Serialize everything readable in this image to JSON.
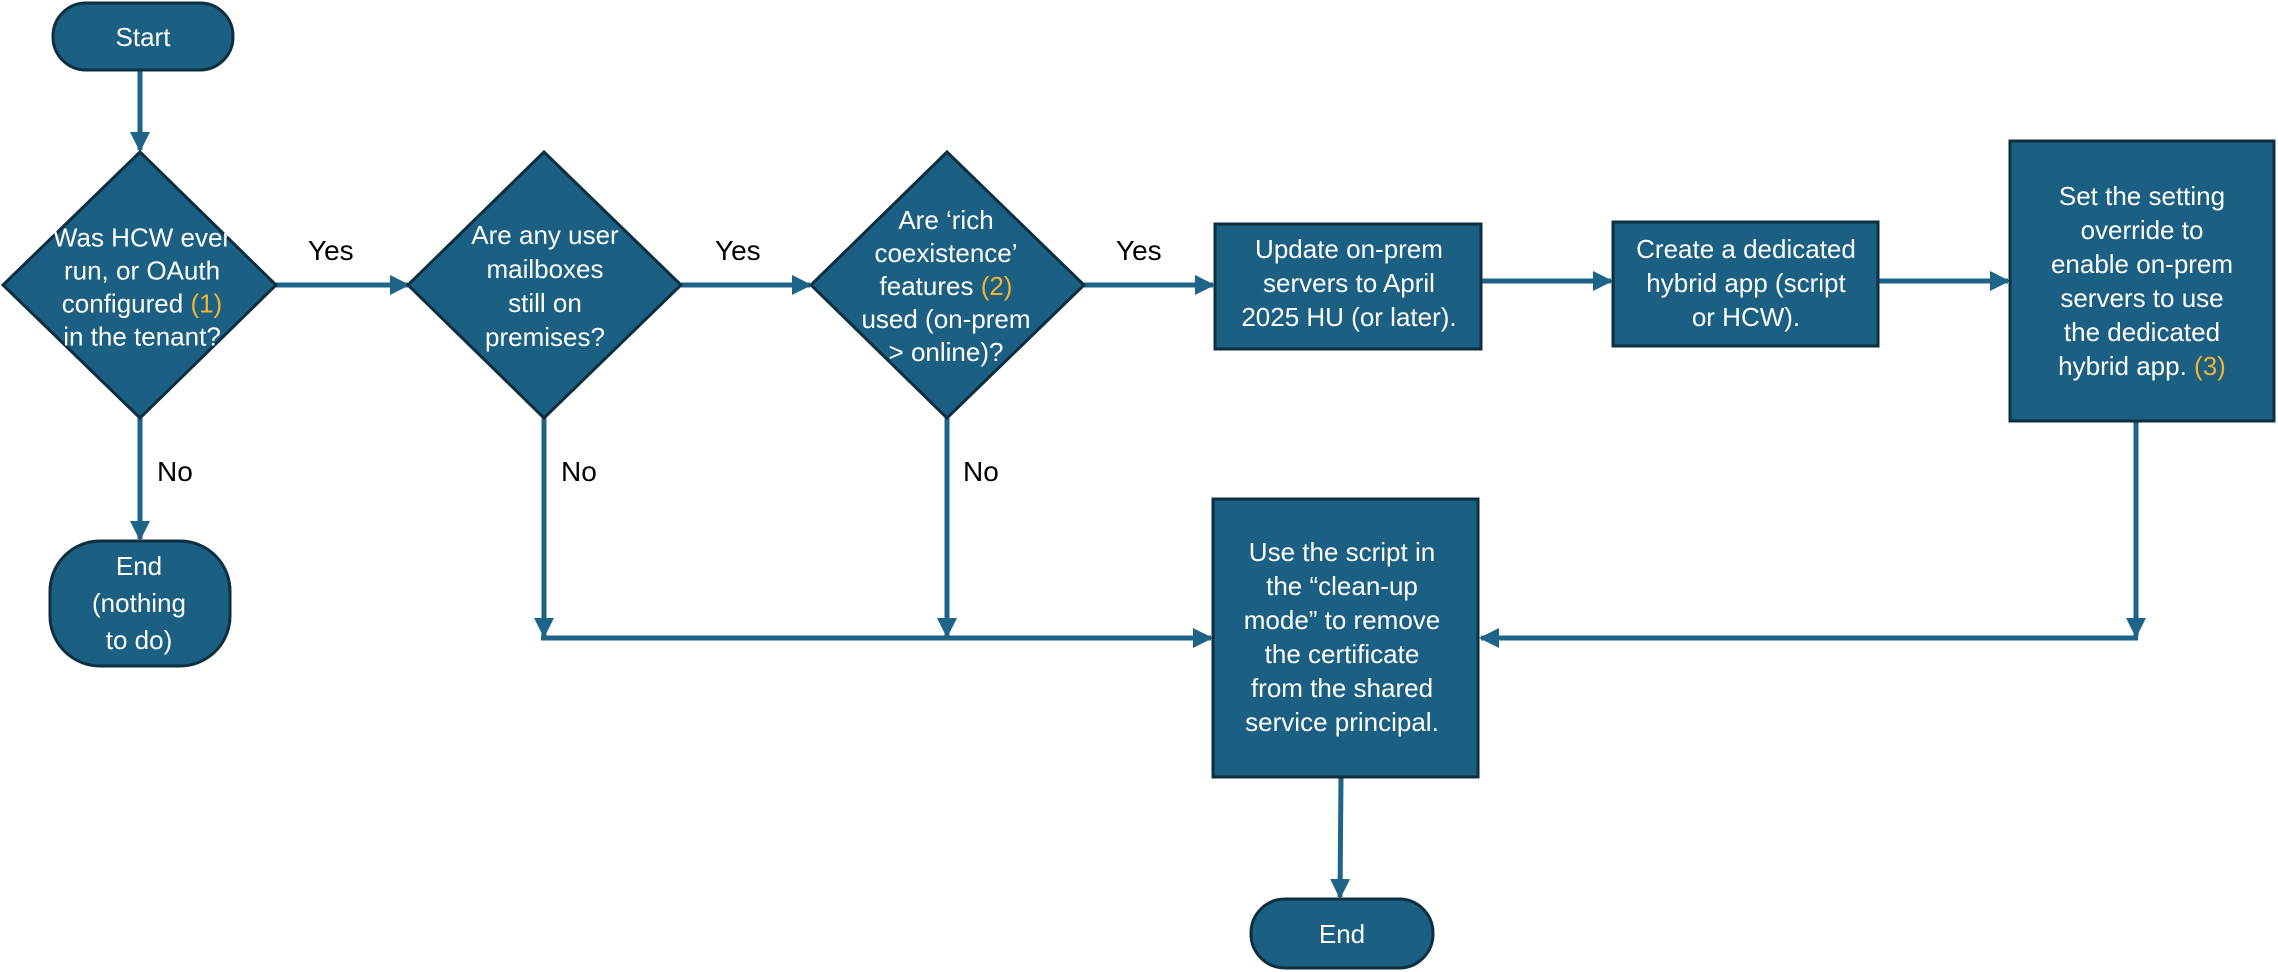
{
  "colors": {
    "node_fill": "#1b5f82",
    "node_border": "#0d2f40",
    "connector": "#1d6488",
    "highlight": "#f2b233",
    "label": "#000000"
  },
  "nodes": {
    "start": {
      "lines": [
        [
          "Start"
        ]
      ]
    },
    "q1": {
      "lines": [
        [
          "Was HCW ever"
        ],
        [
          "run, or OAuth"
        ],
        [
          "configured ",
          {
            "hl": "(1)"
          }
        ],
        [
          "in the tenant?"
        ]
      ]
    },
    "q2": {
      "lines": [
        [
          "Are any user"
        ],
        [
          "mailboxes"
        ],
        [
          "still on"
        ],
        [
          "premises?"
        ]
      ]
    },
    "q3": {
      "lines": [
        [
          "Are ‘rich"
        ],
        [
          "coexistence’"
        ],
        [
          "features ",
          {
            "hl": "(2)"
          }
        ],
        [
          "used (on-prem"
        ],
        [
          "> online)?"
        ]
      ]
    },
    "step1": {
      "lines": [
        [
          "Update on-prem"
        ],
        [
          "servers to April"
        ],
        [
          "2025 HU (or later)."
        ]
      ]
    },
    "step2": {
      "lines": [
        [
          "Create a dedicated"
        ],
        [
          "hybrid app (script"
        ],
        [
          "or HCW)."
        ]
      ]
    },
    "step3": {
      "lines": [
        [
          "Set the setting"
        ],
        [
          "override to"
        ],
        [
          "enable on-prem"
        ],
        [
          "servers to use"
        ],
        [
          "the dedicated"
        ],
        [
          "hybrid app. ",
          {
            "hl": "(3)"
          }
        ]
      ]
    },
    "end_nothing": {
      "lines": [
        [
          "End"
        ],
        [
          "(nothing"
        ],
        [
          "to do)"
        ]
      ]
    },
    "cleanup": {
      "lines": [
        [
          "Use the script in"
        ],
        [
          "the “clean-up"
        ],
        [
          "mode” to remove"
        ],
        [
          "the certificate"
        ],
        [
          "from the shared"
        ],
        [
          "service principal."
        ]
      ]
    },
    "end": {
      "lines": [
        [
          "End"
        ]
      ]
    }
  },
  "edge_labels": {
    "q1_yes": "Yes",
    "q2_yes": "Yes",
    "q3_yes": "Yes",
    "q1_no": "No",
    "q2_no": "No",
    "q3_no": "No"
  }
}
